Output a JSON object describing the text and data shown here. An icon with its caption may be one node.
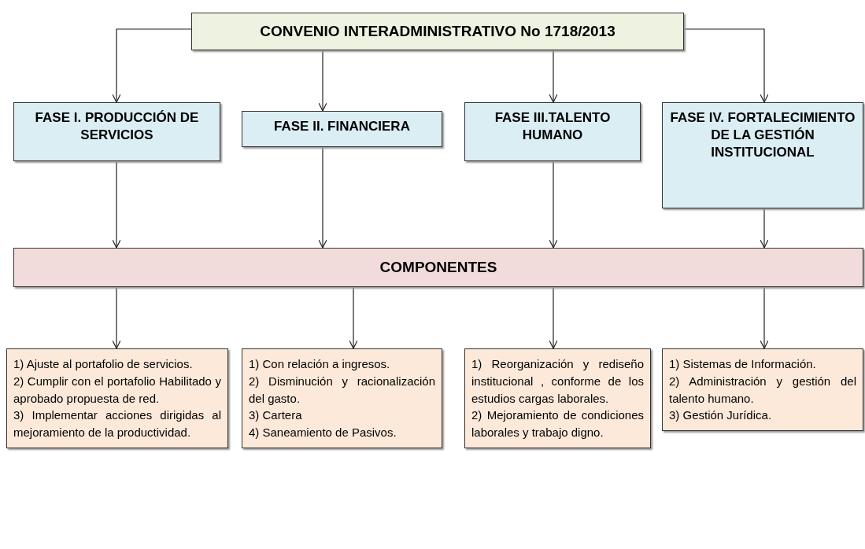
{
  "diagram": {
    "nodes": [
      {
        "text": [
          "CONVENIO INTERADMINISTRATIVO No 1718/2013"
        ]
      },
      {
        "text": [
          "FASE I. PRODUCCIÓN DE SERVICIOS"
        ]
      },
      {
        "text": [
          "FASE II. FINANCIERA"
        ]
      },
      {
        "text": [
          "FASE III.TALENTO HUMANO"
        ]
      },
      {
        "text": [
          "FASE IV. FORTALECIMIENTO DE LA GESTIÓN INSTITUCIONAL"
        ]
      },
      {
        "text": [
          "COMPONENTES"
        ]
      },
      {
        "text": [
          "1) Ajuste al portafolio de servicios.",
          "2) Cumplir con el portafolio Habilitado y aprobado propuesta de red.",
          "3) Implementar acciones dirigidas al mejoramiento de la productividad."
        ]
      },
      {
        "text": [
          "1) Con relación a ingresos.",
          "2) Disminución y racionalización del gasto.",
          "3) Cartera",
          "4) Saneamiento de Pasivos."
        ]
      },
      {
        "text": [
          "1) Reorganización y rediseño institucional , conforme de los estudios cargas laborales.",
          "2) Mejoramiento de condiciones laborales y trabajo digno."
        ]
      },
      {
        "text": [
          "1) Sistemas de Información.",
          "2) Administración y gestión del talento humano.",
          "3) Gestión Jurídica."
        ]
      }
    ],
    "edges": [
      {
        "from": 0,
        "to": 1,
        "arrow": "to"
      },
      {
        "from": 0,
        "to": 2,
        "arrow": "to"
      },
      {
        "from": 0,
        "to": 3,
        "arrow": "to"
      },
      {
        "from": 0,
        "to": 4,
        "arrow": "to"
      },
      {
        "from": 1,
        "to": 5,
        "arrow": "to"
      },
      {
        "from": 2,
        "to": 5,
        "arrow": "to"
      },
      {
        "from": 3,
        "to": 5,
        "arrow": "to"
      },
      {
        "from": 4,
        "to": 5,
        "arrow": "to"
      },
      {
        "from": 5,
        "to": 6,
        "arrow": "to"
      },
      {
        "from": 5,
        "to": 7,
        "arrow": "to"
      },
      {
        "from": 5,
        "to": 8,
        "arrow": "to"
      },
      {
        "from": 5,
        "to": 9,
        "arrow": "to"
      }
    ]
  }
}
